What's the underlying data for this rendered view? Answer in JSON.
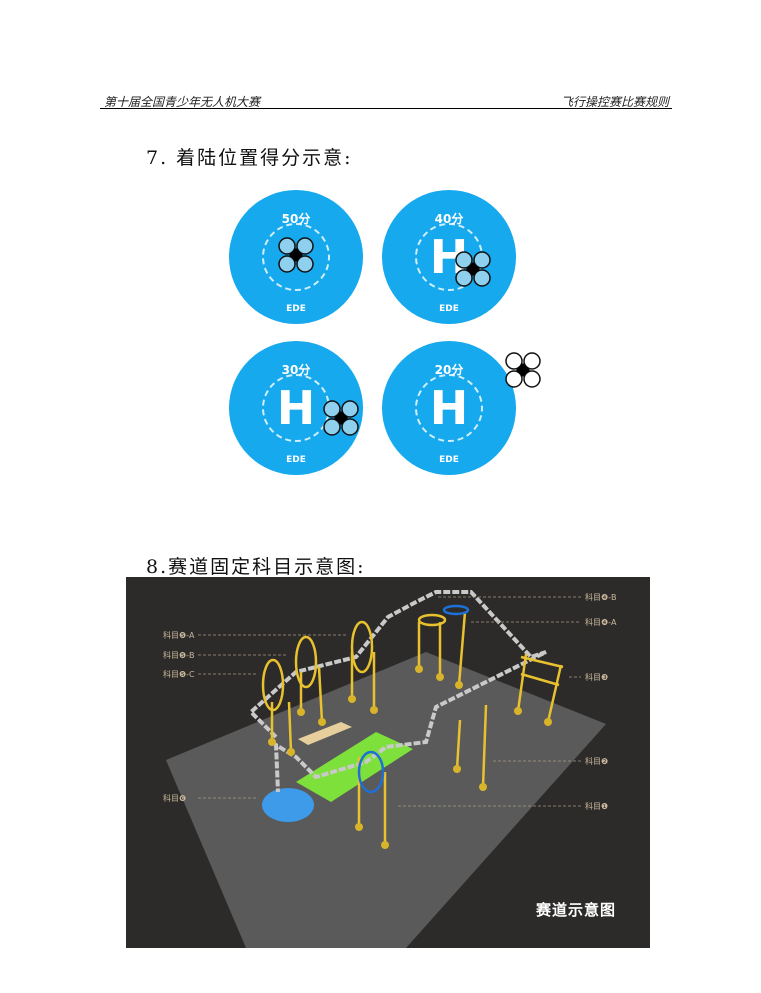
{
  "header": {
    "left": "第十届全国青少年无人机大赛",
    "right": "飞行操控赛比赛规则"
  },
  "section7": {
    "title": "7. 着陆位置得分示意:",
    "pads": [
      {
        "score": "50分",
        "logo": "EDE"
      },
      {
        "score": "40分",
        "logo": "EDE"
      },
      {
        "score": "30分",
        "logo": "EDE"
      },
      {
        "score": "20分",
        "logo": "EDE"
      }
    ],
    "pad_letter": "H"
  },
  "section8": {
    "title": "8.赛道固定科目示意图:",
    "diagram": {
      "title": "赛道示意图",
      "labels": {
        "s4b": "科目❹-B",
        "s4a": "科目❹-A",
        "s5a": "科目❺-A",
        "s5b": "科目❺-B",
        "s5c": "科目❺-C",
        "s3": "科目❸",
        "s2": "科目❷",
        "s6": "科目❻",
        "s1": "科目❶"
      }
    }
  },
  "colors": {
    "pad_blue": "#16a9ee",
    "track_bg": "#2c2b2a",
    "hoop_yellow": "#e8c12f",
    "hoop_blue": "#1e6fd6",
    "green_zone": "#7ee03a"
  }
}
